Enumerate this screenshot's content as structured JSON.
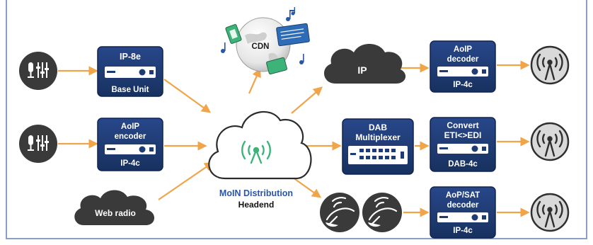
{
  "colors": {
    "device_fill": "#1f3b73",
    "device_stroke": "#0f2350",
    "arrow": "#f0a54a",
    "cloud_dark": "#3a3a3a",
    "distribution_green": "#3db37a",
    "distribution_label": "#2a55a8",
    "antenna_circle": "#d9d9d9",
    "antenna_stroke": "#2f2f2f"
  },
  "sources": {
    "ip8e": {
      "title": "IP-8e",
      "sub": "Base Unit"
    },
    "aoip_encoder": {
      "title_line1": "AoIP",
      "title_line2": "encoder",
      "sub": "IP-4c"
    },
    "web_radio": {
      "label": "Web radio"
    }
  },
  "hub": {
    "title": "MoIN Distribution",
    "subtitle": "Headend"
  },
  "cdn": {
    "label": "CDN"
  },
  "ip_cloud": {
    "label": "IP"
  },
  "dab_mux": {
    "line1": "DAB",
    "line2": "Multiplexer"
  },
  "outputs": {
    "aoip_decoder": {
      "title_line1": "AoIP",
      "title_line2": "decoder",
      "sub": "IP-4c"
    },
    "converter": {
      "title_line1": "Convert",
      "title_line2": "ETI<>EDI",
      "sub": "DAB-4c"
    },
    "sat_decoder": {
      "title_line1": "AoP/SAT",
      "title_line2": "decoder",
      "sub": "IP-4c"
    }
  },
  "icons": {
    "mic_mixer": "microphone-mixer-icon",
    "antenna": "broadcast-antenna-icon",
    "satellite_dish": "satellite-dish-icon",
    "music_note": "music-note-icon",
    "wifi_tower": "distribution-tower-icon"
  }
}
